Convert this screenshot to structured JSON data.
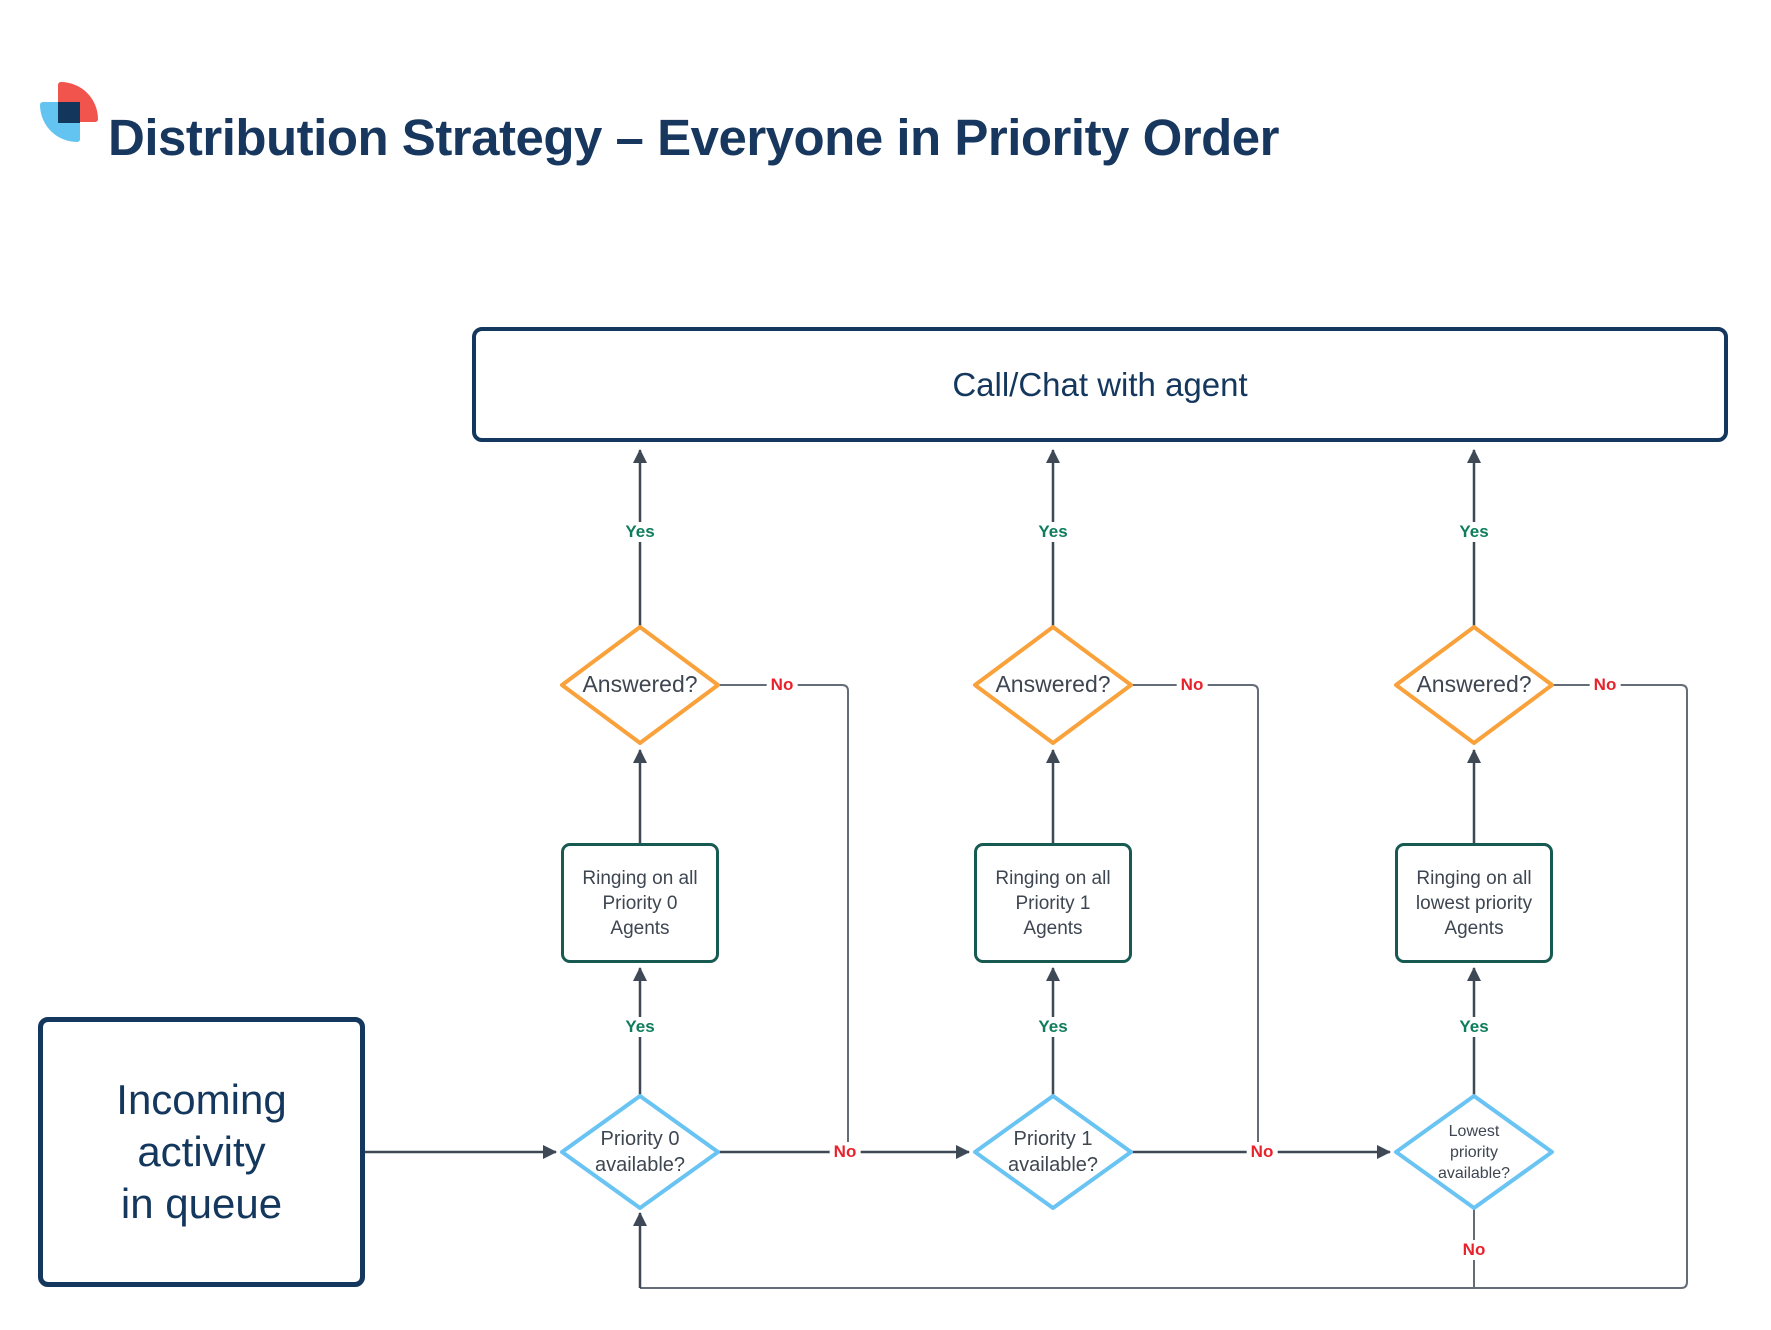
{
  "header": {
    "title": "Distribution Strategy – Everyone in Priority Order"
  },
  "diagram": {
    "type": "flowchart",
    "nodes": {
      "call_chat": {
        "label": "Call/Chat with agent"
      },
      "incoming": {
        "line1": "Incoming",
        "line2": "activity",
        "line3": "in queue"
      },
      "answered1": {
        "label": "Answered?"
      },
      "answered2": {
        "label": "Answered?"
      },
      "answered3": {
        "label": "Answered?"
      },
      "ringing1": {
        "line1": "Ringing on all",
        "line2": "Priority 0",
        "line3": "Agents"
      },
      "ringing2": {
        "line1": "Ringing on all",
        "line2": "Priority 1",
        "line3": "Agents"
      },
      "ringing3": {
        "line1": "Ringing on all",
        "line2": "lowest priority",
        "line3": "Agents"
      },
      "avail1": {
        "line1": "Priority 0",
        "line2": "available?"
      },
      "avail2": {
        "line1": "Priority 1",
        "line2": "available?"
      },
      "avail3": {
        "line1": "Lowest",
        "line2": "priority",
        "line3": "available?"
      }
    },
    "labels": {
      "yes": "Yes",
      "no": "No"
    },
    "edges": [
      {
        "from": "incoming",
        "to": "avail1",
        "label": ""
      },
      {
        "from": "avail1",
        "to": "ringing1",
        "label": "Yes"
      },
      {
        "from": "avail1",
        "to": "avail2",
        "label": "No"
      },
      {
        "from": "ringing1",
        "to": "answered1",
        "label": ""
      },
      {
        "from": "answered1",
        "to": "call_chat",
        "label": "Yes"
      },
      {
        "from": "answered1",
        "to": "avail2",
        "label": "No"
      },
      {
        "from": "avail2",
        "to": "ringing2",
        "label": "Yes"
      },
      {
        "from": "avail2",
        "to": "avail3",
        "label": "No"
      },
      {
        "from": "ringing2",
        "to": "answered2",
        "label": ""
      },
      {
        "from": "answered2",
        "to": "call_chat",
        "label": "Yes"
      },
      {
        "from": "answered2",
        "to": "avail3",
        "label": "No"
      },
      {
        "from": "avail3",
        "to": "ringing3",
        "label": "Yes"
      },
      {
        "from": "avail3",
        "to": "avail1",
        "label": "No"
      },
      {
        "from": "ringing3",
        "to": "answered3",
        "label": ""
      },
      {
        "from": "answered3",
        "to": "call_chat",
        "label": "Yes"
      },
      {
        "from": "answered3",
        "to": "avail1",
        "label": "No"
      }
    ],
    "colors": {
      "navy": "#14375E",
      "orange": "#F9A13B",
      "light_blue": "#69C3F3",
      "teal": "#175A52",
      "yes_green": "#0E7D5B",
      "no_red": "#E7222B",
      "line_dark": "#3E4955",
      "line_gray": "#646C77",
      "logo_red": "#F0544C",
      "logo_blue": "#63C3F1"
    }
  }
}
